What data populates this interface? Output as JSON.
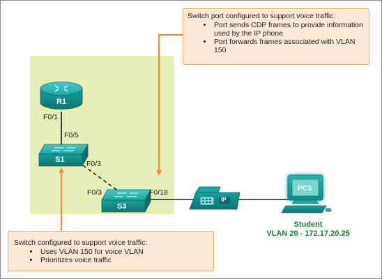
{
  "top_callout": {
    "title": "Switch port configured to support voice traffic:",
    "bullets": [
      "Port sends CDP frames to provide information used by the IP phone",
      "Port forwards frames associated with VLAN 150"
    ]
  },
  "bottom_callout": {
    "title": "Switch configured to support voice traffic:",
    "bullets": [
      "Uses VLAN 150 for voice VLAN",
      "Prioritizes voice traffic"
    ]
  },
  "devices": {
    "router": "R1",
    "switch1": "S1",
    "switch3": "S3",
    "phone": "IP",
    "pc": "PC5"
  },
  "ports": {
    "r1_port": "F0/1",
    "s1_up_port": "F0/5",
    "s1_down_port": "F0/3",
    "s3_up_port": "F0/3",
    "s3_phone_port": "F0/18"
  },
  "student": {
    "title": "Student",
    "vlan": "VLAN 20 - 172.17.20.25"
  },
  "colors": {
    "device_teal": "#16a3a3",
    "callout_fill": "#fce9d8",
    "callout_border": "#f0a269",
    "arrow_orange": "#f08a3c",
    "zone_fill": "#e7efb6",
    "student_green": "#17802b"
  }
}
